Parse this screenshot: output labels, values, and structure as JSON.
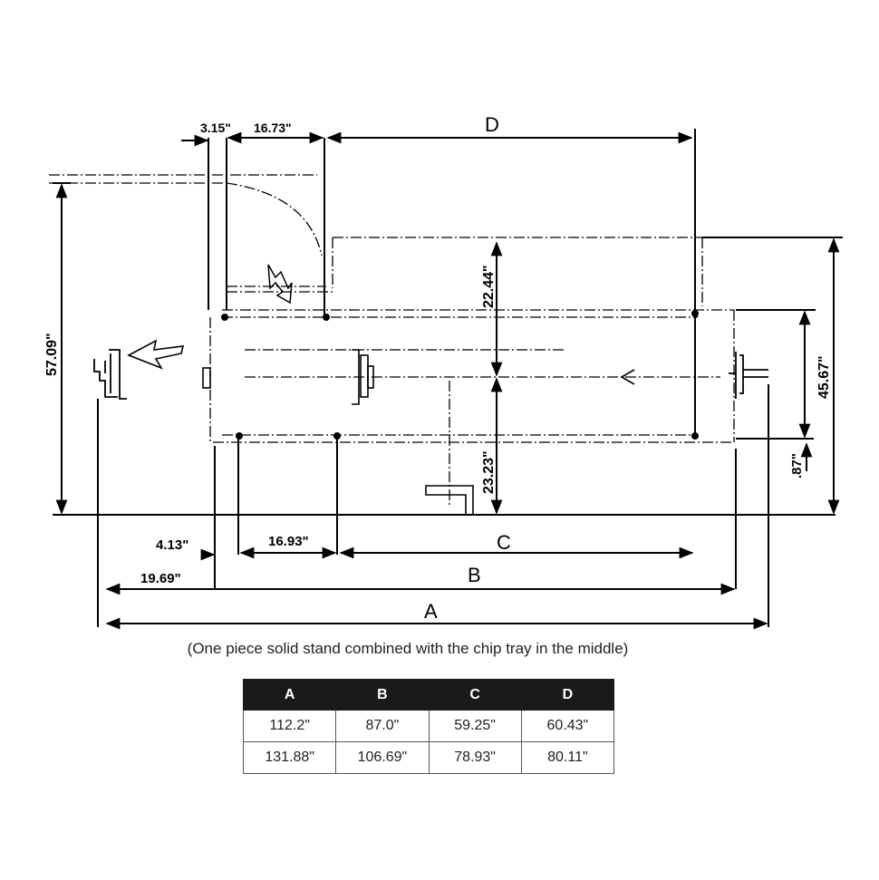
{
  "dimensions": {
    "d_3_15": "3.15\"",
    "d_16_73": "16.73\"",
    "label_d": "D",
    "d_57_09": "57.09\"",
    "d_22_44": "22.44\"",
    "d_45_67": "45.67\"",
    "d_23_23": "23.23\"",
    "d_87": ".87\"",
    "d_4_13": "4.13\"",
    "d_16_93": "16.93\"",
    "label_c": "C",
    "d_19_69": "19.69\"",
    "label_b": "B",
    "label_a": "A"
  },
  "caption": "(One piece solid stand combined with the chip tray in the middle)",
  "table": {
    "headers": [
      "A",
      "B",
      "C",
      "D"
    ],
    "rows": [
      [
        "112.2\"",
        "87.0\"",
        "59.25\"",
        "60.43\""
      ],
      [
        "131.88\"",
        "106.69\"",
        "78.93\"",
        "80.11\""
      ]
    ]
  }
}
